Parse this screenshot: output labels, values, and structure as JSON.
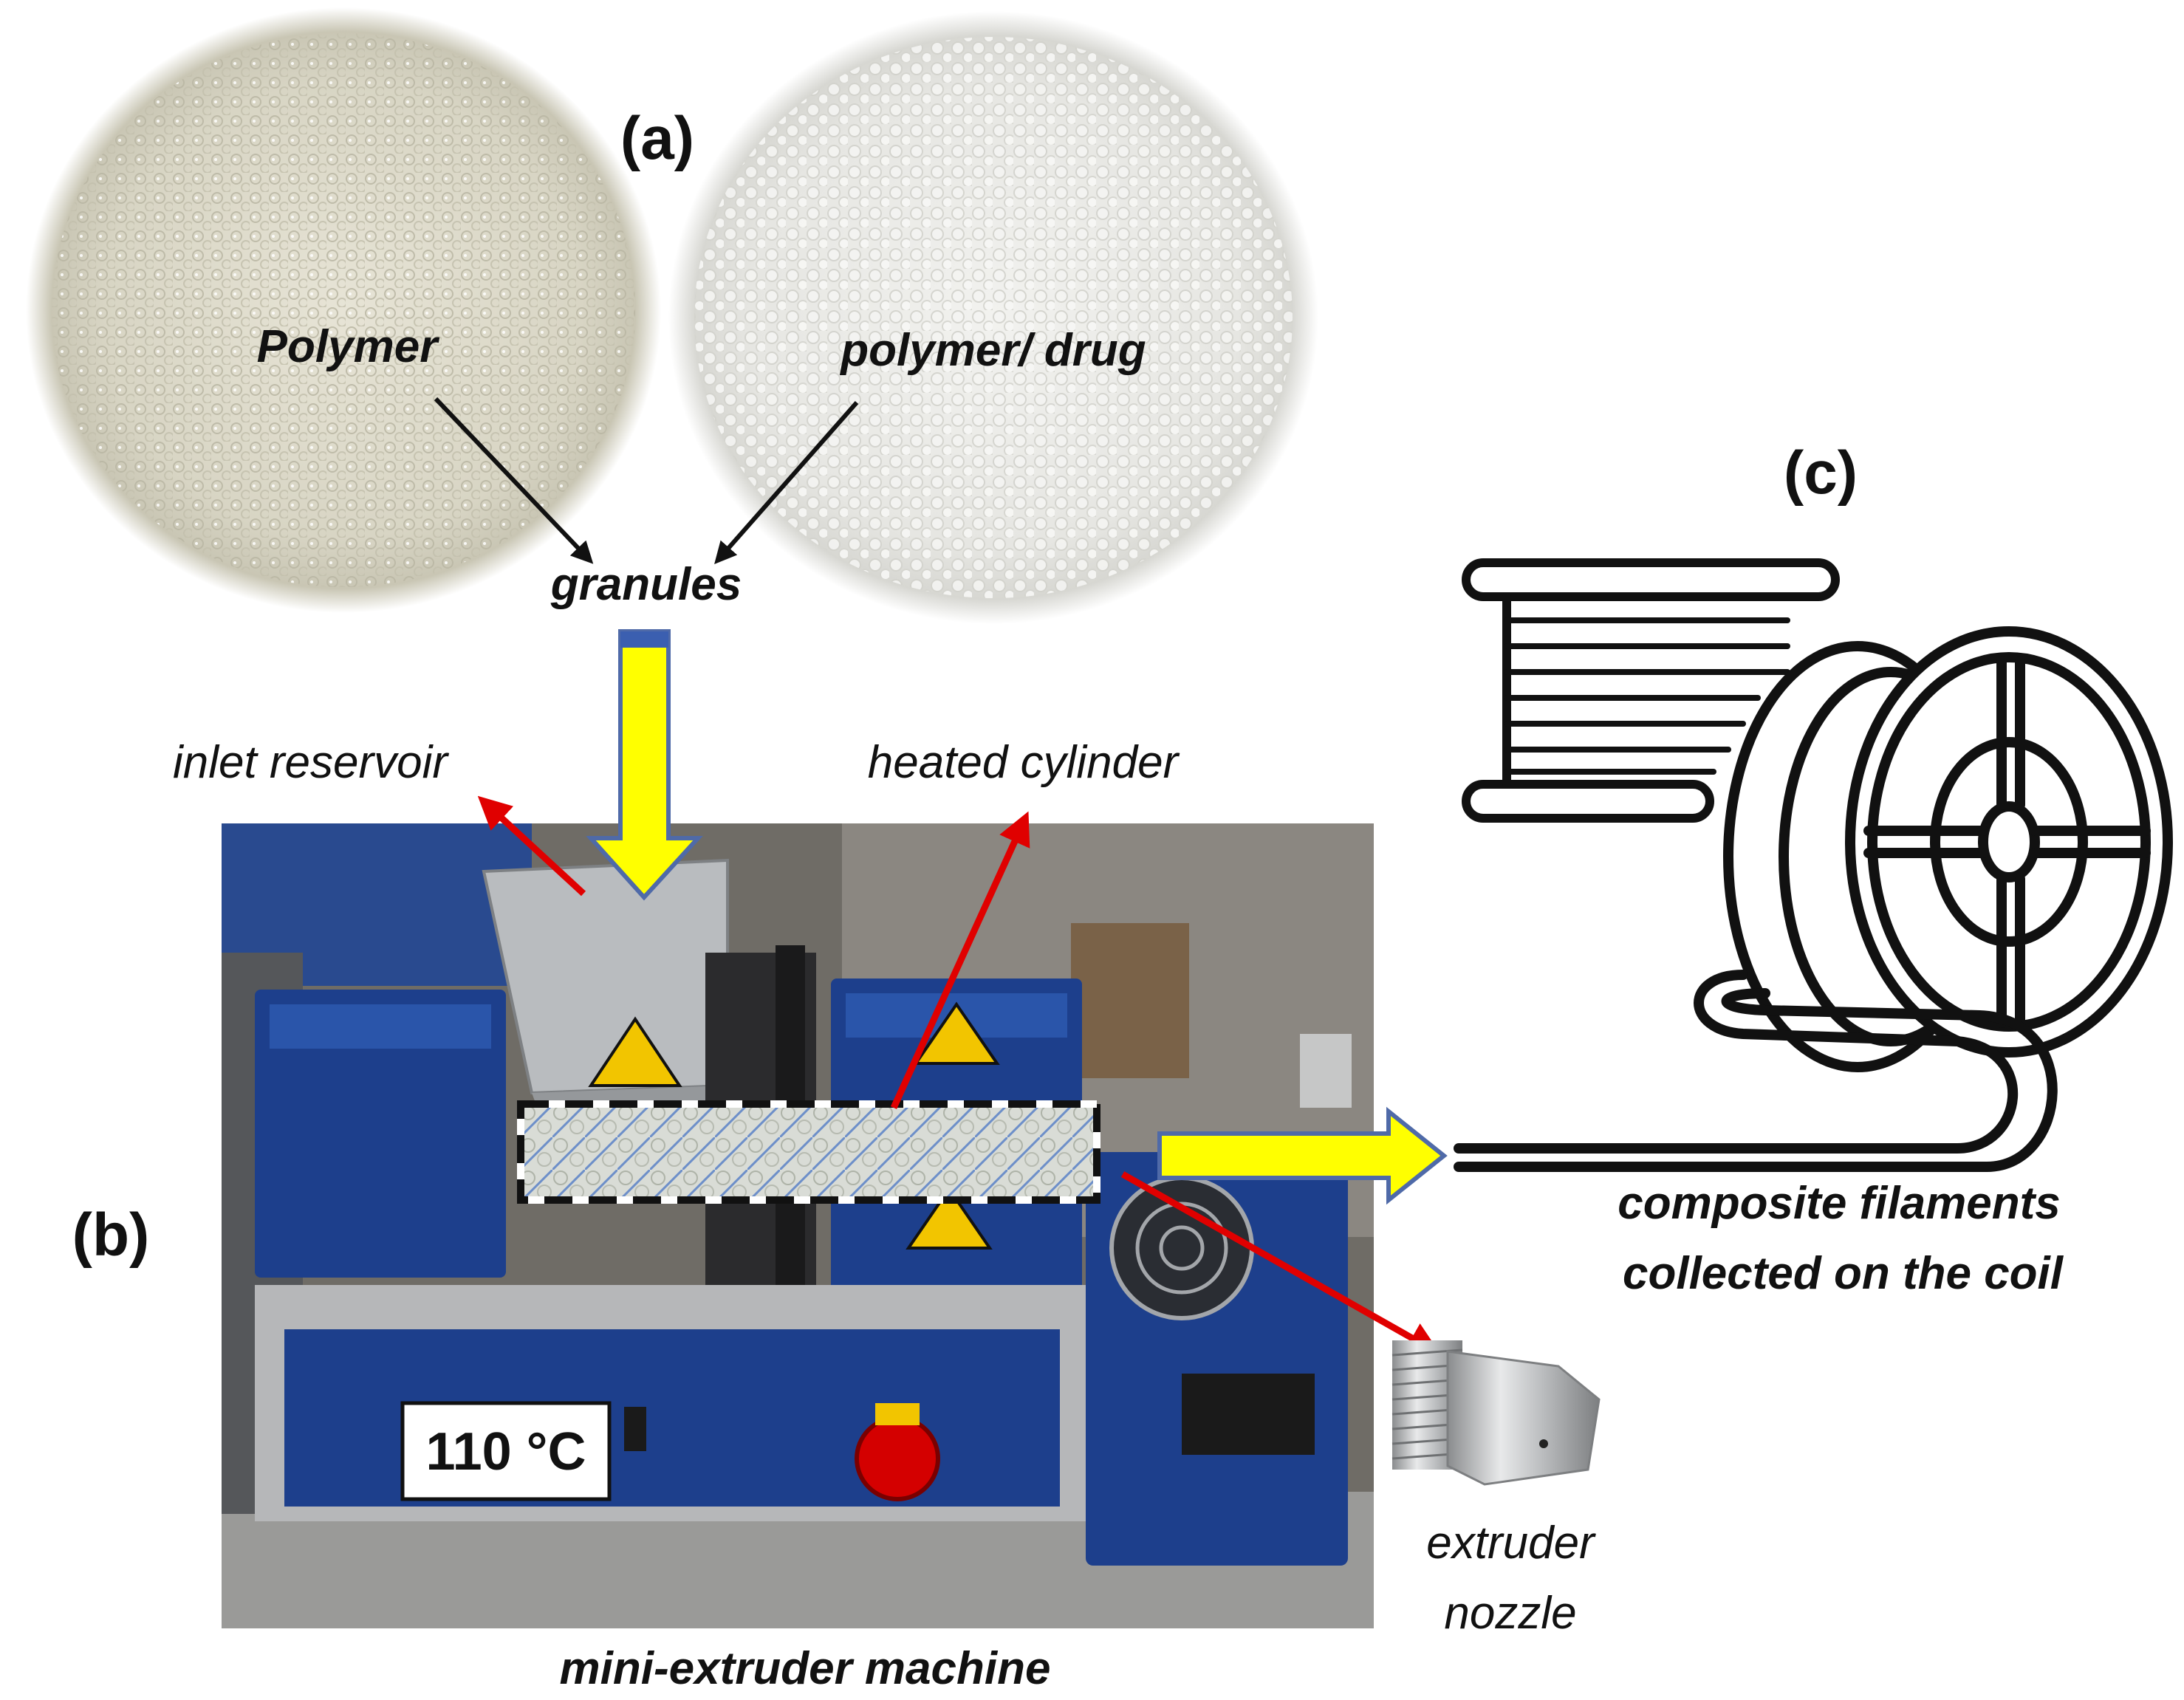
{
  "panels": {
    "a": "(a)",
    "b": "(b)",
    "c": "(c)"
  },
  "granules": {
    "polymer": "Polymer",
    "polymer_drug": "polymer/ drug",
    "granules": "granules"
  },
  "machine": {
    "inlet_reservoir": "inlet reservoir",
    "heated_cylinder": "heated cylinder",
    "temperature": "110 °C",
    "extruder_nozzle_line1": "extruder",
    "extruder_nozzle_line2": "nozzle",
    "machine_caption": "mini-extruder machine"
  },
  "coil": {
    "caption_line1": "composite filaments",
    "caption_line2": "collected on the coil"
  },
  "colors": {
    "flow_arrow_fill": "#ffff00",
    "flow_arrow_stroke": "#4f6aa8",
    "pointer_arrow": "#e00000",
    "machine_blue": "#1d3f8c",
    "granule_clear": "#dcdacb",
    "granule_white": "#ececea"
  }
}
